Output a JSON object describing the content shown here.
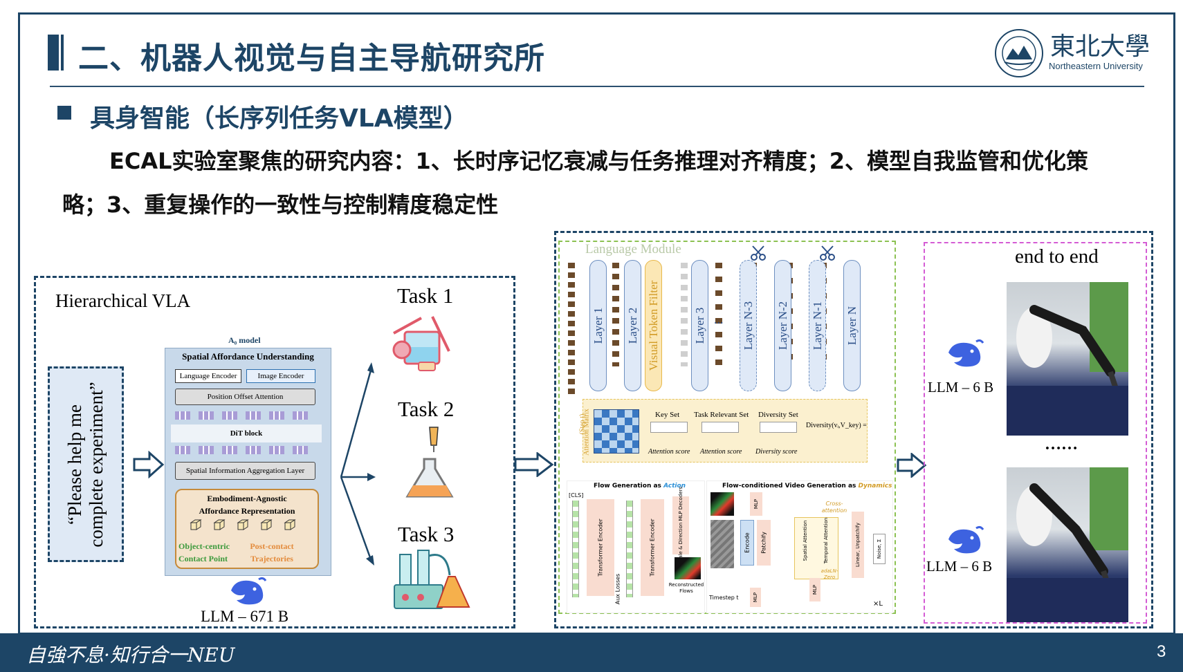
{
  "header": {
    "title": "二、机器人视觉与自主导航研究所",
    "logo_text": "東北大學",
    "logo_en": "Northeastern University"
  },
  "section": {
    "subtitle": "具身智能（长序列任务VLA模型）",
    "body_line1": "ECAL实验室聚焦的研究内容：1、长时序记忆衰减与任务推理对齐精度；2、模型自我监管和优化策",
    "body_line2": "略；3、重复操作的一致性与控制精度稳定性"
  },
  "left_panel": {
    "title": "Hierarchical VLA",
    "instruction": "“Please help me complete experiment”",
    "model_title": "A₀ model",
    "spatial_title": "Spatial Affordance Understanding",
    "language_encoder": "Language Encoder",
    "image_encoder": "Image Encoder",
    "position_offset": "Position Offset Attention",
    "dit_block": "DiT block",
    "spatial_info": "Spatial Information Aggregation Layer",
    "embodiment_title": "Embodiment-Agnostic Affordance Representation",
    "object_centric": "Object-centric Contact Point",
    "post_contact": "Post-contact Trajectories",
    "llm_label": "LLM – 671 B",
    "tasks": [
      "Task 1",
      "Task 2",
      "Task 3"
    ]
  },
  "middle_panel": {
    "language_module": "Language Module",
    "layers": [
      "Layer 1",
      "Layer 2",
      "Visual Token Filter",
      "Layer 3",
      "Layer N-3",
      "Layer N-2",
      "Layer N-1",
      "Layer N"
    ],
    "ellipsis": "...",
    "attention_matrix": "Attention Matrix",
    "step": "(Step t)",
    "key_set": "Key Set",
    "task_relevant_set": "Task Relevant Set",
    "diversity_set": "Diversity Set",
    "attention_score": "Attention score",
    "diversity_score": "Diversity score",
    "diversity_formula": "Diversity(vᵢ,V_key) =",
    "flow_gen": "Flow Generation as",
    "flow_gen_em": "Action",
    "video_gen": "Flow-conditioned Video Generation as",
    "video_gen_em": "Dynamics",
    "cls": "[CLS]",
    "transformer_encoder": "Transformer Encoder",
    "aux_losses": "Aux Losses",
    "decoders": "Scale & Direction MLP Decoders",
    "reconstructed": "Reconstructed Flows",
    "encode": "Encode",
    "patchify": "Patchify",
    "spatial_attention": "Spatial Attention",
    "temporal_attention": "Temporal Attention",
    "cross_attention": "Cross-attention",
    "adaln": "adaLN-Zero",
    "linear": "Linear, Unpatchify",
    "noise": "Noise, Σ",
    "mlp": "MLP",
    "timestep": "Timestep t",
    "times_l": "×L"
  },
  "right_panel": {
    "title": "end to end",
    "llm_top": "LLM – 6 B",
    "llm_bottom": "LLM – 6 B",
    "dots": "……"
  },
  "footer": {
    "motto": "自強不息·知行合一NEU",
    "page": "3"
  },
  "colors": {
    "brand": "#1d4566",
    "whale": "#3d62e0",
    "green_dash": "#8cc152",
    "pink_dash": "#d45bd4"
  }
}
